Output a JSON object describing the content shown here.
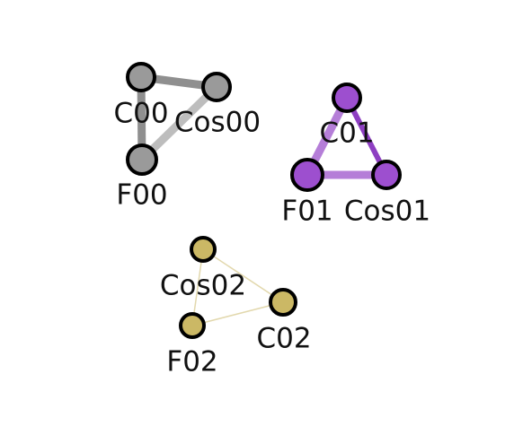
{
  "colors": {
    "background": "#ffffff",
    "outline": "#000000",
    "label": "#111111"
  },
  "groups": [
    {
      "id": "group-0",
      "color": "#9a9a9a",
      "nodes": [
        {
          "id": "C00",
          "label": "C00"
        },
        {
          "id": "Cos00",
          "label": "Cos00"
        },
        {
          "id": "F00",
          "label": "F00"
        }
      ],
      "edges": [
        {
          "source": "C00",
          "target": "Cos00",
          "weight": "heavy",
          "color": "#8f8f8f"
        },
        {
          "source": "C00",
          "target": "F00",
          "weight": "heavy",
          "color": "#8f8f8f"
        },
        {
          "source": "Cos00",
          "target": "F00",
          "weight": "heavy",
          "color": "#bdbdbd"
        }
      ]
    },
    {
      "id": "group-1",
      "color": "#9d4fcf",
      "nodes": [
        {
          "id": "C01",
          "label": "C01"
        },
        {
          "id": "F01",
          "label": "F01"
        },
        {
          "id": "Cos01",
          "label": "Cos01"
        }
      ],
      "edges": [
        {
          "source": "C01",
          "target": "F01",
          "weight": "heavy",
          "color": "#b57ed8"
        },
        {
          "source": "C01",
          "target": "Cos01",
          "weight": "medium",
          "color": "#8e3fc2"
        },
        {
          "source": "F01",
          "target": "Cos01",
          "weight": "heavy",
          "color": "#b57ed8"
        }
      ]
    },
    {
      "id": "group-2",
      "color": "#cbb865",
      "nodes": [
        {
          "id": "Cos02",
          "label": "Cos02"
        },
        {
          "id": "F02",
          "label": "F02"
        },
        {
          "id": "C02",
          "label": "C02"
        }
      ],
      "edges": [
        {
          "source": "Cos02",
          "target": "F02",
          "weight": "thin",
          "color": "#e2d8ad"
        },
        {
          "source": "Cos02",
          "target": "C02",
          "weight": "thin",
          "color": "#e2d8ad"
        },
        {
          "source": "F02",
          "target": "C02",
          "weight": "thin",
          "color": "#e2d8ad"
        }
      ]
    }
  ]
}
